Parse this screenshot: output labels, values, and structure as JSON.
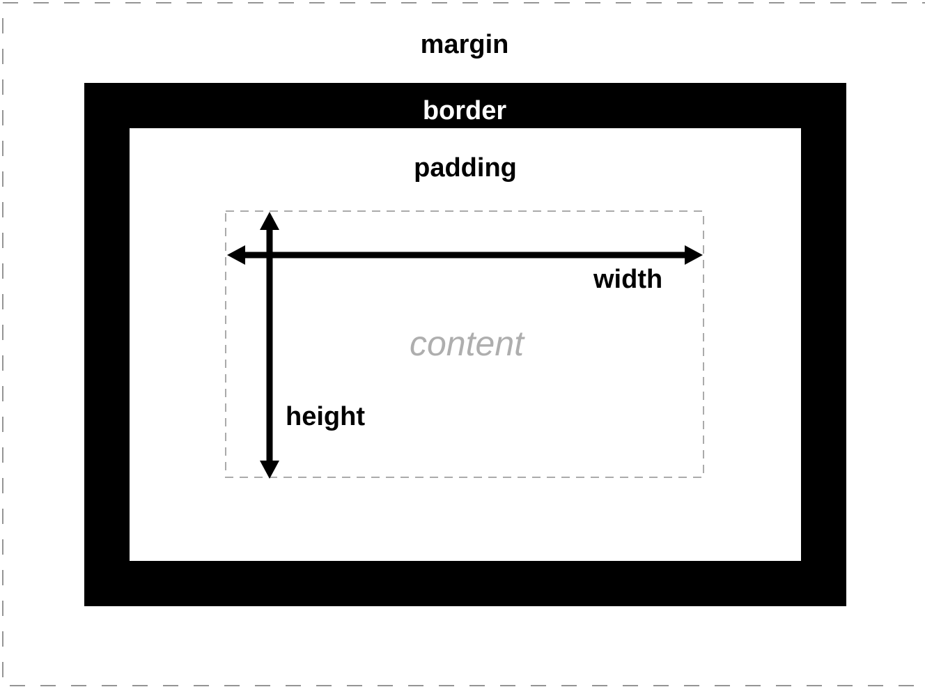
{
  "labels": {
    "margin": "margin",
    "border": "border",
    "padding": "padding",
    "content": "content",
    "width": "width",
    "height": "height"
  },
  "colors": {
    "background": "#ffffff",
    "border_band": "#000000",
    "margin_dash": "#949494",
    "content_dash": "#aaaaaa",
    "label_text": "#000000",
    "border_label_text": "#ffffff",
    "content_text": "#aeaeae",
    "arrow": "#000000"
  }
}
